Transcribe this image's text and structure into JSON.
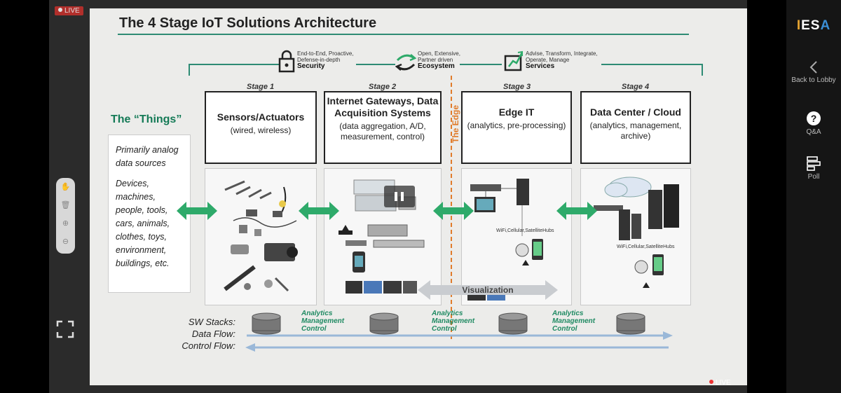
{
  "player": {
    "live_label": "LIVE",
    "live_label_bottom": "LIVE"
  },
  "sidebar": {
    "logo": "IESA",
    "back_label": "Back to Lobby",
    "qa_label": "Q&A",
    "poll_label": "Poll"
  },
  "slide": {
    "title": "The 4 Stage IoT Solutions Architecture",
    "top_icons": [
      {
        "name": "Security",
        "desc": "End-to-End, Proactive, Defense-in-depth"
      },
      {
        "name": "Ecosystem",
        "desc": "Open, Extensive, Partner driven"
      },
      {
        "name": "Services",
        "desc": "Advise, Transform, Integrate, Operate, Manage"
      }
    ],
    "things": {
      "title": "The “Things”",
      "line1": "Primarily analog data sources",
      "line2": "Devices, machines, people, tools, cars, animals, clothes, toys, environment, buildings, etc."
    },
    "stages": [
      {
        "label": "Stage 1",
        "title": "Sensors/Actuators",
        "sub": "(wired, wireless)"
      },
      {
        "label": "Stage 2",
        "title": "Internet Gateways, Data Acquisition Systems",
        "sub": "(data aggregation, A/D, measurement, control)"
      },
      {
        "label": "Stage 3",
        "title": "Edge IT",
        "sub": "(analytics, pre-processing)"
      },
      {
        "label": "Stage 4",
        "title": "Data Center / Cloud",
        "sub": "(analytics, management, archive)"
      }
    ],
    "edge_label": "The Edge",
    "wifi_label_1": "WiFi,Cellular,SatelliteHubs",
    "wifi_label_2": "WiFi,Cellular,SatelliteHubs",
    "visualization_label": "Visualization",
    "sw_stacks_label": "SW Stacks:",
    "data_flow_label": "Data Flow:",
    "control_flow_label": "Control Flow:",
    "analytics": [
      "Analytics",
      "Management",
      "Control"
    ]
  },
  "colors": {
    "accent_green": "#2eaa6a",
    "title_line": "#2e8b74",
    "edge_orange": "#e07b2a",
    "flow_blue": "#9ab8d8"
  }
}
